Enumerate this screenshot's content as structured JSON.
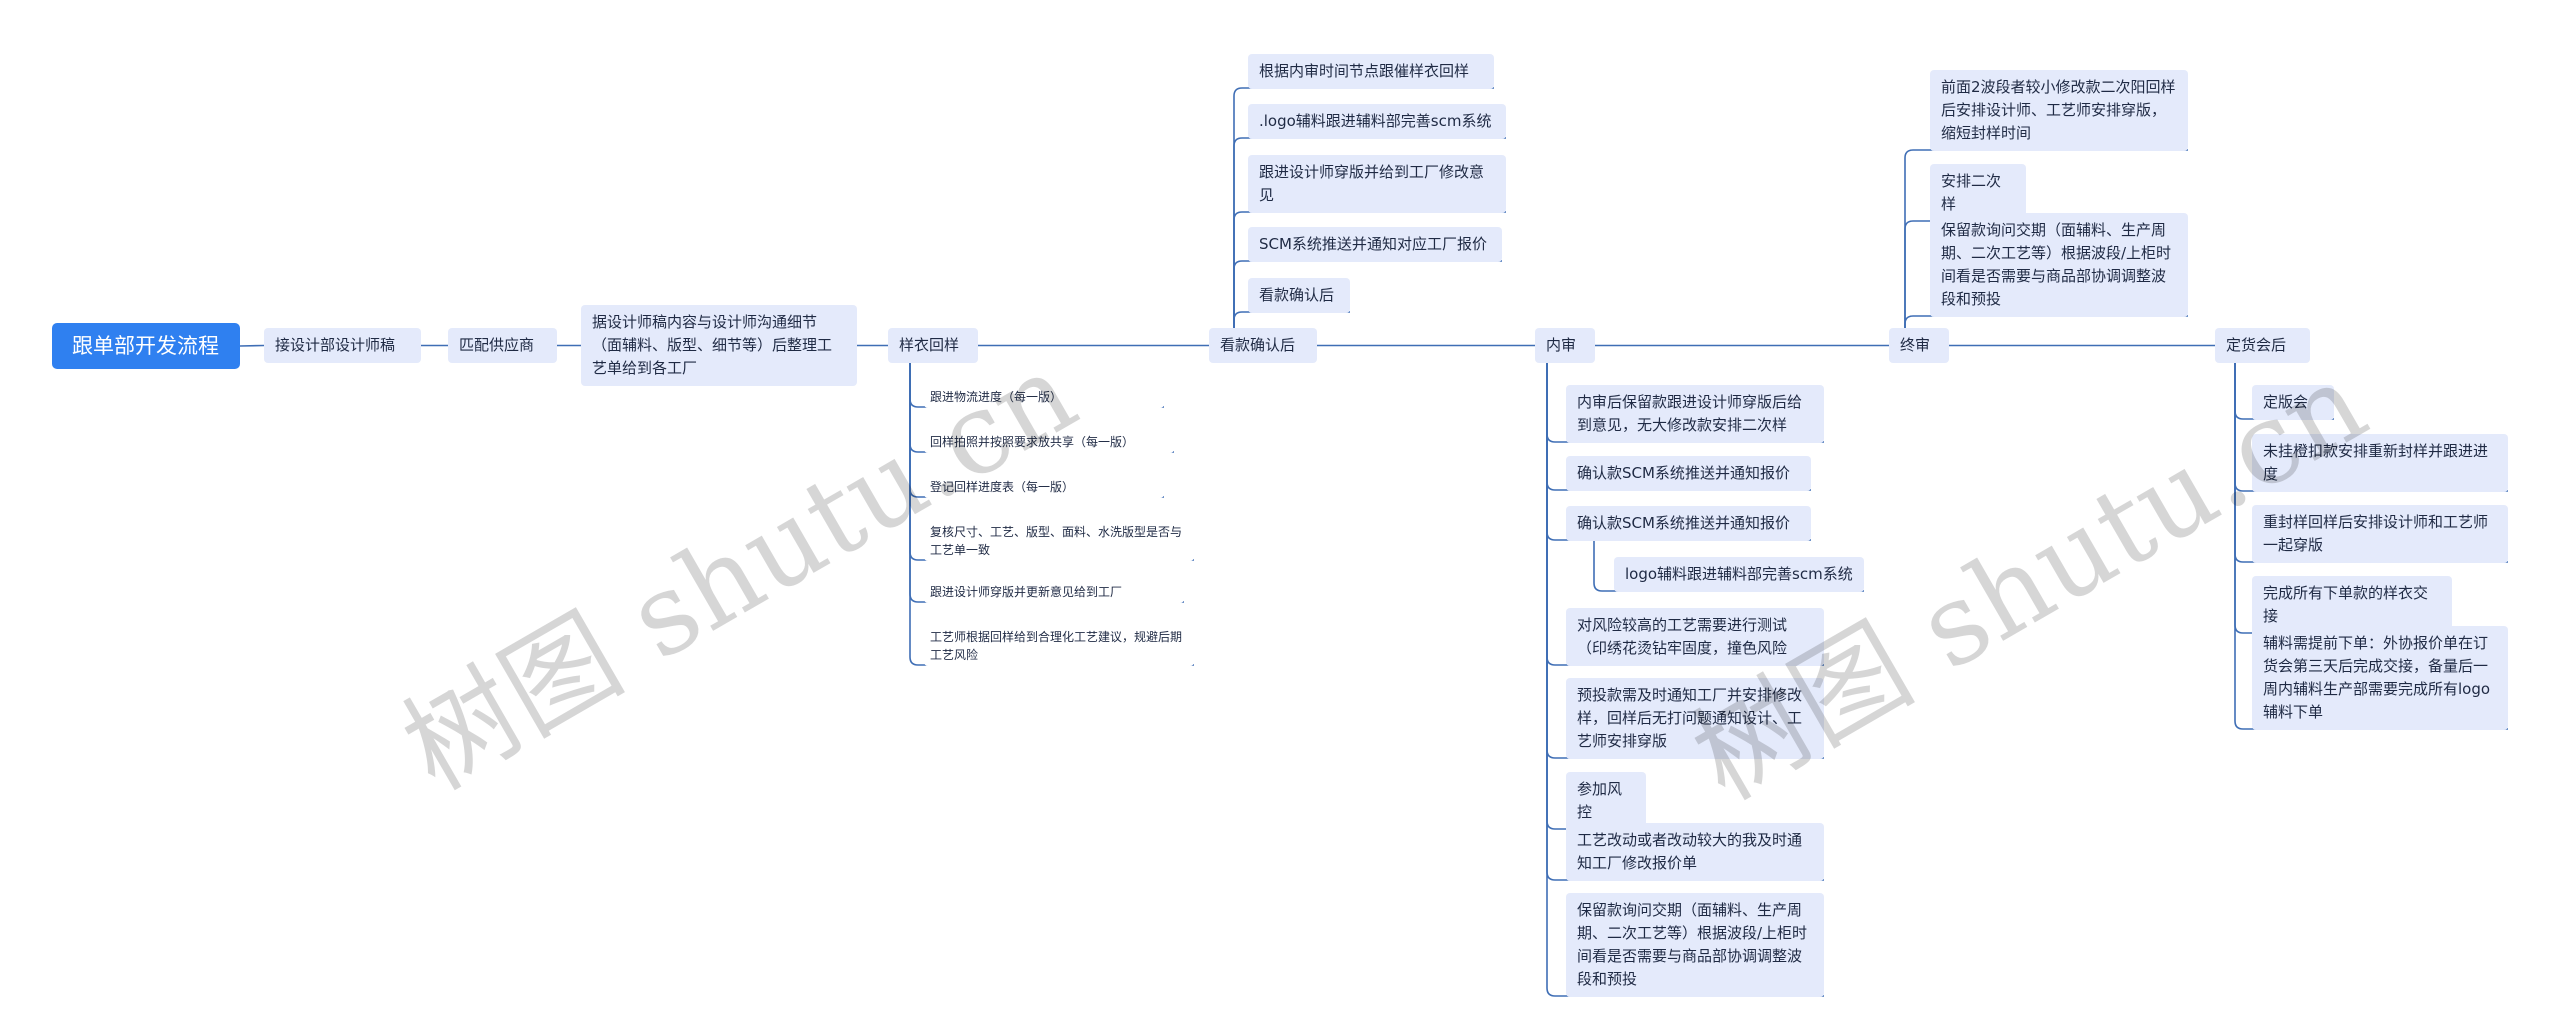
{
  "root": {
    "label": "跟单部开发流程"
  },
  "main_chain": [
    {
      "id": "m1",
      "label": "接设计部设计师稿"
    },
    {
      "id": "m2",
      "label": "匹配供应商"
    },
    {
      "id": "m3",
      "label": "据设计师稿内容与设计师沟通细节（面辅料、版型、细节等）后整理工艺单给到各工厂"
    },
    {
      "id": "m4",
      "label": "样衣回样"
    },
    {
      "id": "m5",
      "label": "看款确认后"
    },
    {
      "id": "m6",
      "label": "内审"
    },
    {
      "id": "m7",
      "label": "终审"
    },
    {
      "id": "m8",
      "label": "定货会后"
    }
  ],
  "branches": {
    "sample_return": [
      "跟进物流进度（每一版）",
      "回样拍照并按照要求放共享（每一版）",
      "登记回样进度表（每一版）",
      "复核尺寸、工艺、版型、面料、水洗版型是否与工艺单一致",
      "跟进设计师穿版并更新意见给到工厂",
      "工艺师根据回样给到合理化工艺建议，规避后期工艺风险"
    ],
    "after_confirm": [
      "根据内审时间节点跟催样衣回样",
      ".logo辅料跟进辅料部完善scm系统",
      "跟进设计师穿版并给到工厂修改意见",
      "SCM系统推送并通知对应工厂报价",
      "看款确认后"
    ],
    "internal_review": [
      "内审后保留款跟进设计师穿版后给到意见，无大修改款安排二次样",
      "确认款SCM系统推送并通知报价",
      "确认款SCM系统推送并通知报价",
      "对风险较高的工艺需要进行测试（印绣花烫钻牢固度，撞色风险",
      "预投款需及时通知工厂并安排修改样，回样后无打问题通知设计、工艺师安排穿版",
      "参加风控",
      "工艺改动或者改动较大的我及时通知工厂修改报价单",
      "保留款询问交期（面辅料、生产周期、二次工艺等）根据波段/上柜时间看是否需要与商品部协调调整波段和预投"
    ],
    "internal_review_sub": "logo辅料跟进辅料部完善scm系统",
    "final_review": [
      "前面2波段者较小修改款二次阳回样后安排设计师、工艺师安排穿版，缩短封样时间",
      "安排二次样",
      "保留款询问交期（面辅料、生产周期、二次工艺等）根据波段/上柜时间看是否需要与商品部协调调整波段和预投"
    ],
    "after_order_fair": [
      "定版会",
      "未挂橙扣款安排重新封样并跟进进度",
      "重封样回样后安排设计师和工艺师一起穿版",
      "完成所有下单款的样衣交接",
      "辅料需提前下单：外协报价单在订货会第三天后完成交接，备量后一周内辅料生产部需要完成所有logo辅料下单"
    ]
  },
  "watermarks": [
    "树图 shutu.cn",
    "树图 shutu.cn"
  ],
  "colors": {
    "root_bg": "#2f80f0",
    "node_bg": "#e4eafb",
    "line": "#3f6eb5",
    "text": "#1f2a44"
  }
}
